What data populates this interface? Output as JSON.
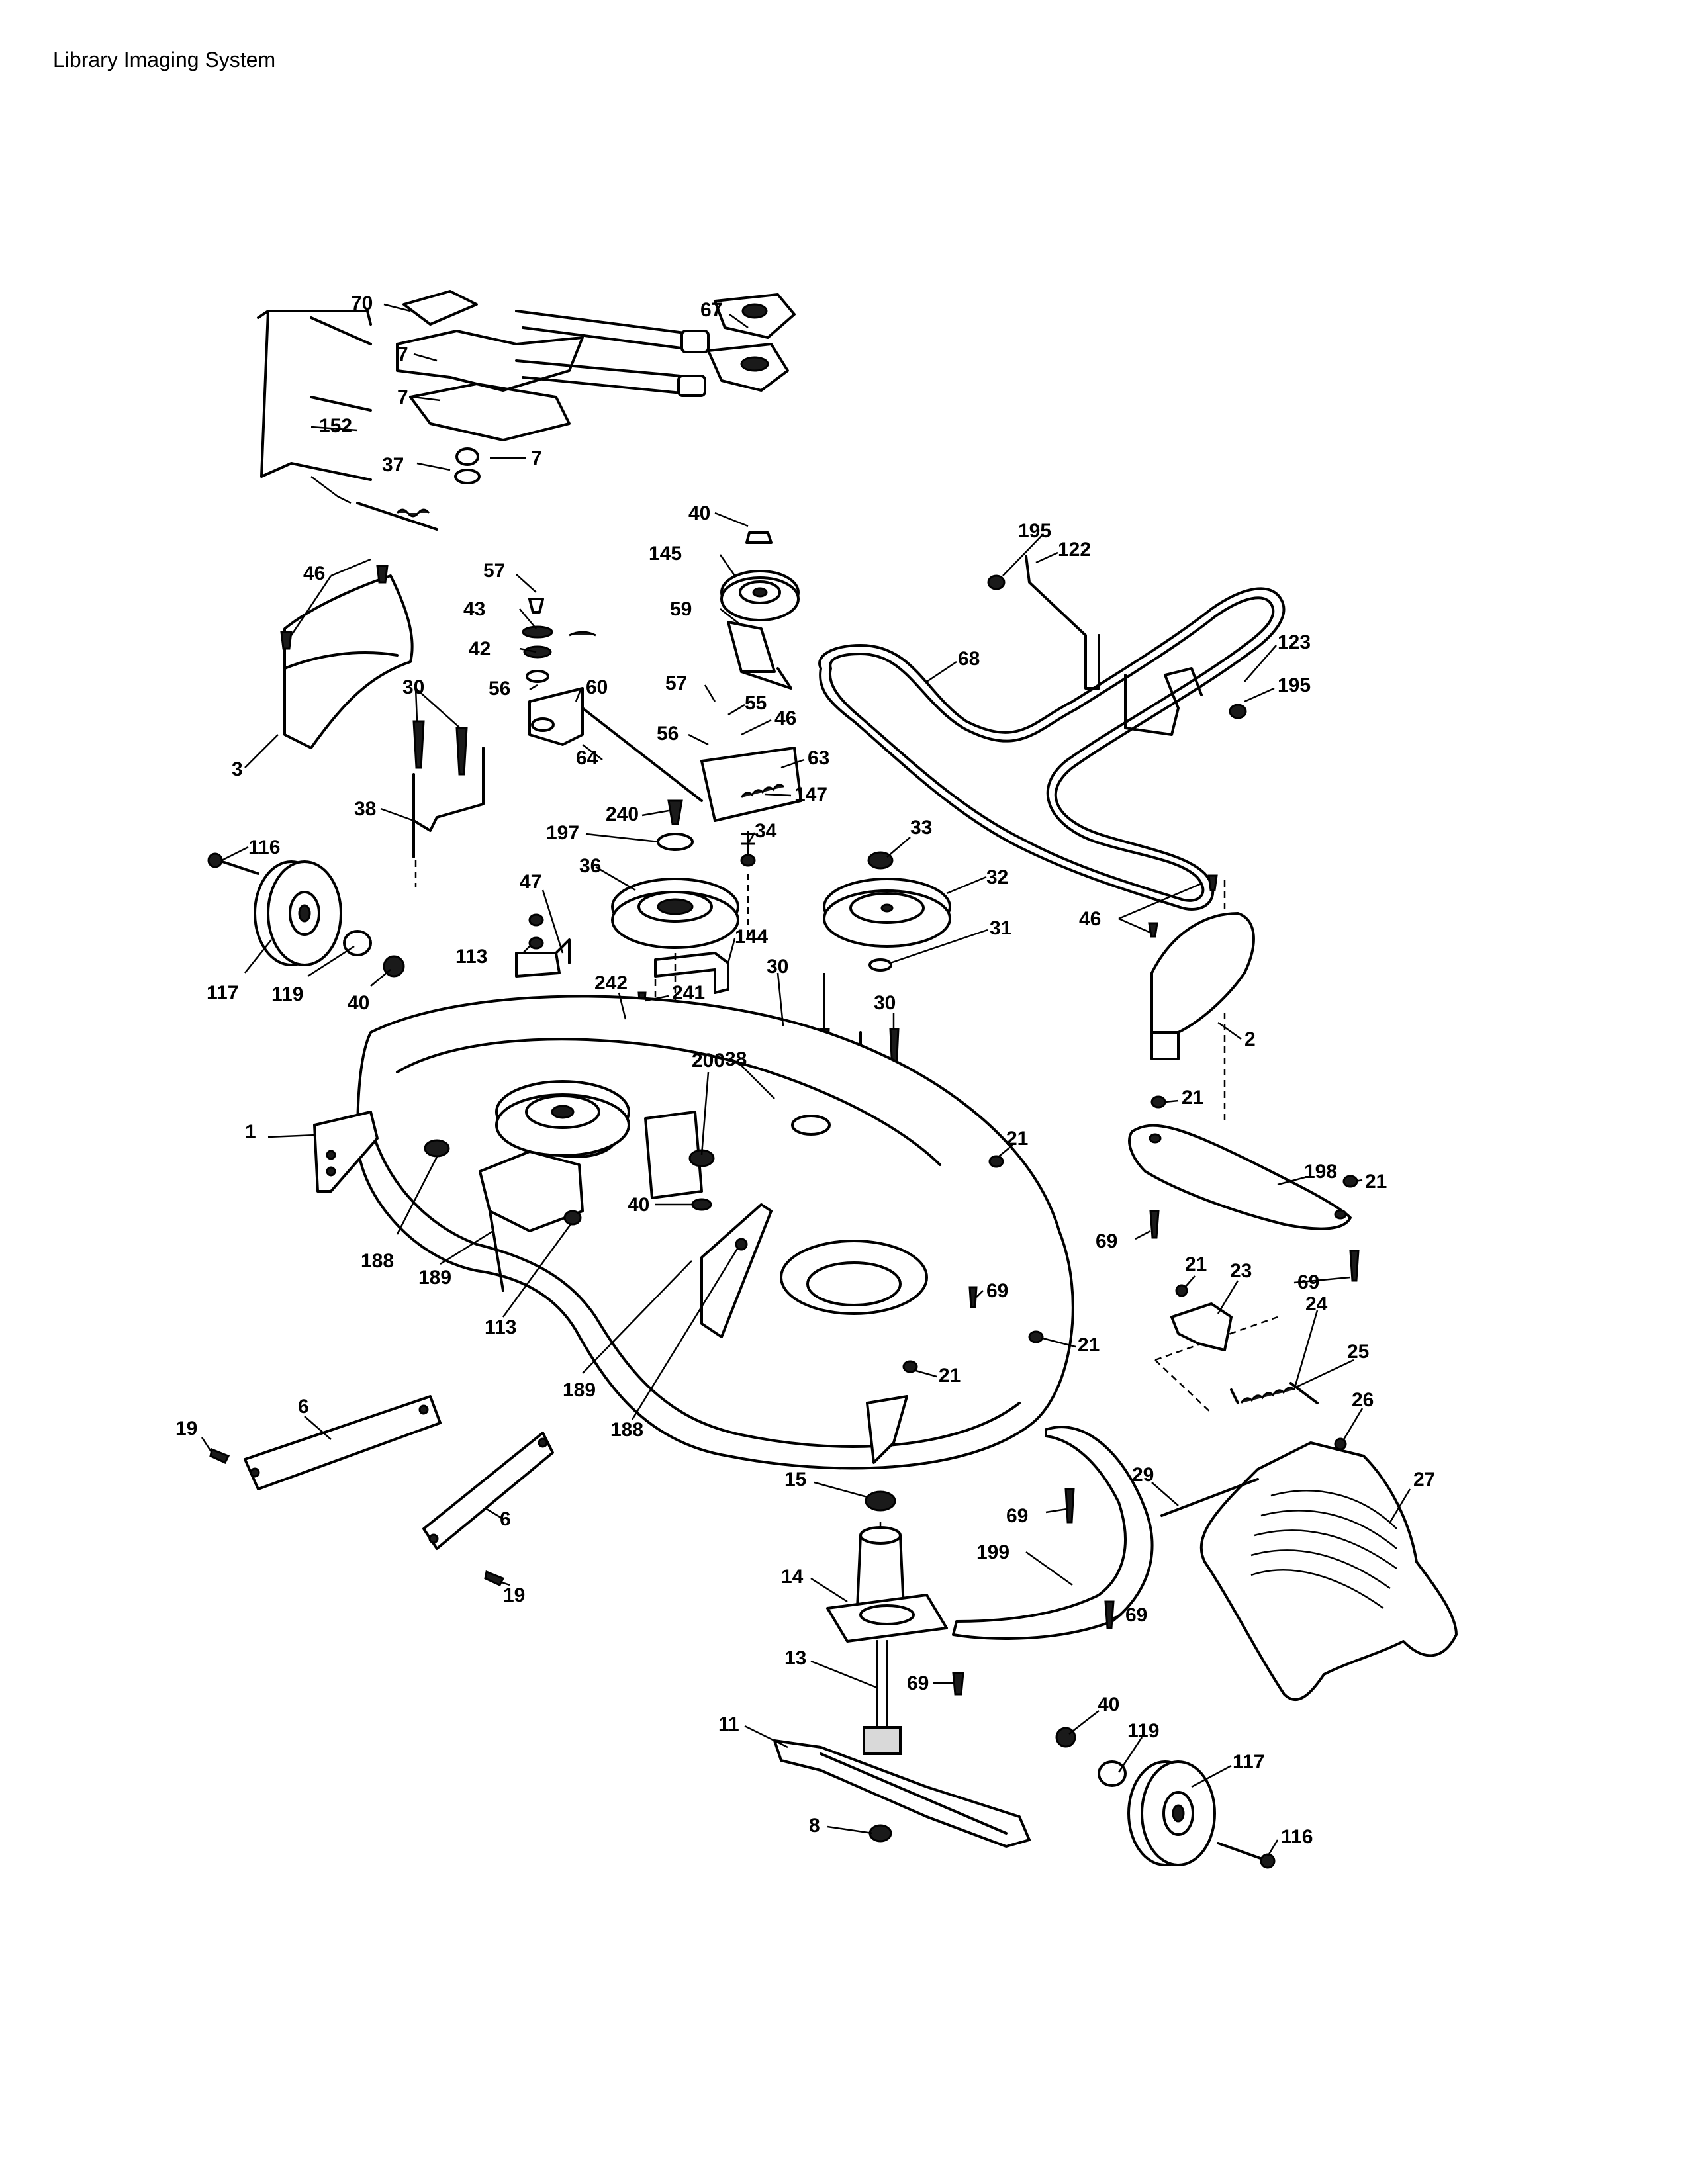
{
  "header": {
    "title": "Library Imaging System"
  },
  "labels": [
    "70",
    "67",
    "7",
    "7",
    "152",
    "37",
    "7",
    "40",
    "145",
    "59",
    "195",
    "122",
    "123",
    "195",
    "68",
    "46",
    "3",
    "57",
    "43",
    "42",
    "56",
    "60",
    "30",
    "38",
    "57",
    "55",
    "46",
    "56",
    "63",
    "64",
    "147",
    "240",
    "34",
    "197",
    "116",
    "117",
    "119",
    "40",
    "36",
    "33",
    "32",
    "31",
    "47",
    "113",
    "144",
    "242",
    "241",
    "30",
    "30",
    "38",
    "46",
    "2",
    "1",
    "200",
    "21",
    "21",
    "198",
    "21",
    "40",
    "188",
    "189",
    "113",
    "189",
    "188",
    "69",
    "69",
    "69",
    "21",
    "23",
    "24",
    "25",
    "26",
    "21",
    "21",
    "6",
    "19",
    "6",
    "19",
    "15",
    "29",
    "27",
    "69",
    "14",
    "199",
    "69",
    "13",
    "69",
    "11",
    "40",
    "119",
    "117",
    "8",
    "116"
  ]
}
